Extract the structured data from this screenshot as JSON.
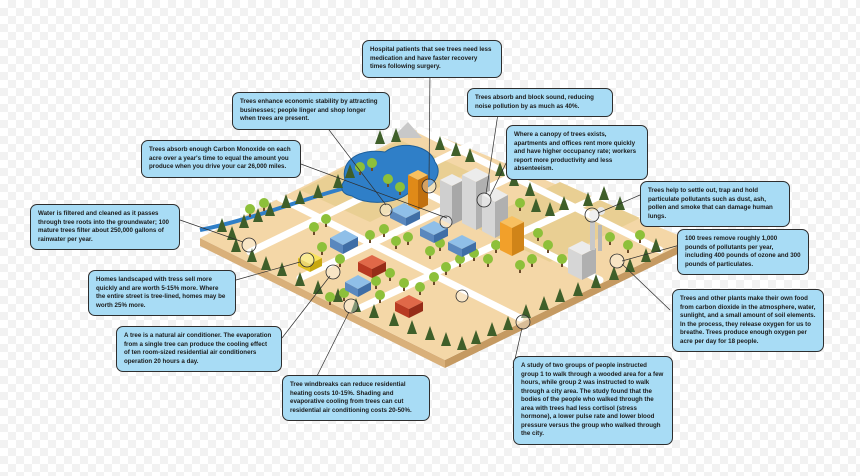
{
  "callouts": {
    "hospital": "Hospital patients that see trees need less medication and have faster recovery times following surgery.",
    "sound": "Trees absorb and block sound, reducing noise pollution by as much as 40%.",
    "economic": "Trees enhance economic stability by attracting businesses; people linger and shop longer when trees are present.",
    "canopy": "Where a canopy of trees exists, apartments and offices rent more quickly and have higher occupancy rate; workers report more productivity and less absenteeism.",
    "carbon_monoxide": "Trees absorb enough Carbon Monoxide on each acre over a year's time to equal the amount you produce when you drive your car 26,000 miles.",
    "particulate": "Trees help to settle out, trap and hold particulate pollutants such as dust, ash, pollen and smoke that can damage human lungs.",
    "water": "Water is filtered and cleaned as it passes through tree roots into the groundwater; 100 mature trees filter about 250,000 gallons of rainwater per year.",
    "pollutants": "100 trees remove roughly 1,000 pounds of pollutants per year, including 400 pounds of ozone and 300 pounds of particulates.",
    "homes": "Homes landscaped with tress sell more quickly and are worth 5-15% more. Where the entire street is tree-lined, homes may be worth 25% more.",
    "oxygen": "Trees and other plants make their own food from carbon dioxide in the atmosphere, water, sunlight, and a small amount of soil elements. In the process, they release oxygen for us to breathe. Trees produce enough oxygen per acre per day for 18 people.",
    "air_conditioner": "A tree is a natural air conditioner. The evaporation from a single tree can produce the cooling effect of ten room-sized residential air conditioners operation 20 hours a day.",
    "study": "A study of two groups of people instructed group 1 to walk through a wooded area for a few hours, while group 2 was instructed to walk through a city area. The study found that the bodies of the people who walked through the area with trees had less cortisol (stress hormone), a lower pulse rate and lower blood pressure versus the group who walked through the city.",
    "windbreaks": "Tree windbreaks can reduce residential heating costs 10-15%. Shading and evaporative cooling from trees can cut residential air conditioning costs 20-50%."
  },
  "colors": {
    "callout_fill": "#a8dcf5",
    "ground": "#f4d7a7",
    "road": "#ffffff",
    "water": "#2f7fc8",
    "tree_dark": "#3f5f2a",
    "tree_light": "#8dc03a",
    "house_blue": "#6b9fd4",
    "house_red": "#c8452a",
    "house_yellow": "#f2d42a",
    "tower_orange": "#f2a02a",
    "tower_gray": "#c8c8c8"
  }
}
